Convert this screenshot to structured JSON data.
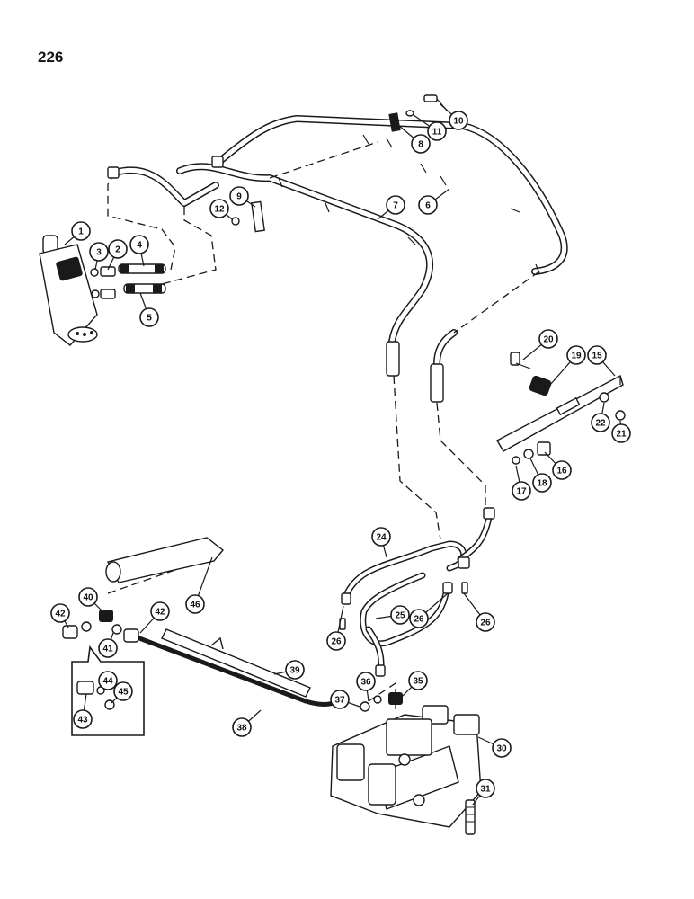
{
  "page_number": "226",
  "callouts": [
    {
      "id": "c1",
      "label": "1"
    },
    {
      "id": "c2",
      "label": "2"
    },
    {
      "id": "c3",
      "label": "3"
    },
    {
      "id": "c4",
      "label": "4"
    },
    {
      "id": "c5",
      "label": "5"
    },
    {
      "id": "c6",
      "label": "6"
    },
    {
      "id": "c7",
      "label": "7"
    },
    {
      "id": "c8",
      "label": "8"
    },
    {
      "id": "c9",
      "label": "9"
    },
    {
      "id": "c10",
      "label": "10"
    },
    {
      "id": "c11",
      "label": "11"
    },
    {
      "id": "c12",
      "label": "12"
    },
    {
      "id": "c15",
      "label": "15"
    },
    {
      "id": "c16",
      "label": "16"
    },
    {
      "id": "c17",
      "label": "17"
    },
    {
      "id": "c18",
      "label": "18"
    },
    {
      "id": "c19",
      "label": "19"
    },
    {
      "id": "c20",
      "label": "20"
    },
    {
      "id": "c21",
      "label": "21"
    },
    {
      "id": "c22",
      "label": "22"
    },
    {
      "id": "c24",
      "label": "24"
    },
    {
      "id": "c25",
      "label": "25"
    },
    {
      "id": "c26a",
      "label": "26"
    },
    {
      "id": "c26b",
      "label": "26"
    },
    {
      "id": "c26c",
      "label": "26"
    },
    {
      "id": "c30",
      "label": "30"
    },
    {
      "id": "c31",
      "label": "31"
    },
    {
      "id": "c35",
      "label": "35"
    },
    {
      "id": "c36",
      "label": "36"
    },
    {
      "id": "c37",
      "label": "37"
    },
    {
      "id": "c38",
      "label": "38"
    },
    {
      "id": "c39",
      "label": "39"
    },
    {
      "id": "c40",
      "label": "40"
    },
    {
      "id": "c41",
      "label": "41"
    },
    {
      "id": "c42a",
      "label": "42"
    },
    {
      "id": "c42b",
      "label": "42"
    },
    {
      "id": "c43",
      "label": "43"
    },
    {
      "id": "c44",
      "label": "44"
    },
    {
      "id": "c45",
      "label": "45"
    },
    {
      "id": "c46",
      "label": "46"
    }
  ]
}
